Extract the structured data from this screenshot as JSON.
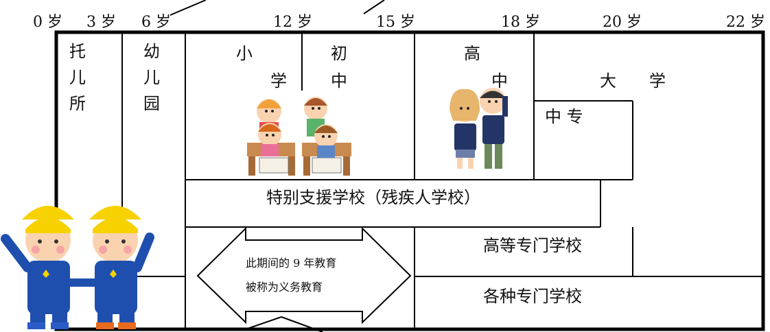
{
  "ages": [
    "0 岁",
    "3 岁",
    "6 岁",
    "12 岁",
    "15 岁",
    "18 岁",
    "20 岁",
    "22 岁"
  ],
  "nursery": [
    "托",
    "儿",
    "所"
  ],
  "kindergarten": [
    "幼",
    "儿",
    "园"
  ],
  "elementary": [
    "小",
    "学"
  ],
  "junior_high": [
    "初",
    "中"
  ],
  "senior_high": [
    "高",
    "中"
  ],
  "university": "大　　学",
  "technical_secondary": "中 专",
  "special_school": "特别支援学校（残疾人学校）",
  "college_of_technology": "高等专门学校",
  "vocational_school": "各种专门学校",
  "compulsory_note": [
    "此期间的 9 年教育",
    "被称为义务教育"
  ]
}
